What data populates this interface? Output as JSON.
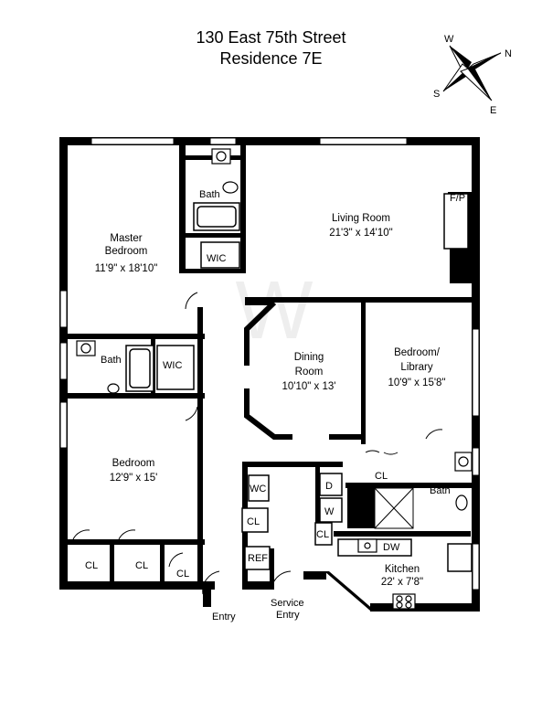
{
  "header": {
    "address": "130 East 75th Street",
    "unit": "Residence 7E"
  },
  "compass": {
    "w": "W",
    "n": "N",
    "s": "S",
    "e": "E"
  },
  "watermark": "W",
  "rooms": {
    "master_bedroom": {
      "name_line1": "Master",
      "name_line2": "Bedroom",
      "dims": "11'9\" x 18'10\""
    },
    "living_room": {
      "name": "Living Room",
      "dims": "21'3\" x 14'10\""
    },
    "dining_room": {
      "name_line1": "Dining",
      "name_line2": "Room",
      "dims": "10'10\" x 13'"
    },
    "bedroom_library": {
      "name_line1": "Bedroom/",
      "name_line2": "Library",
      "dims": "10'9\" x 15'8\""
    },
    "bedroom": {
      "name": "Bedroom",
      "dims": "12'9\" x 15'"
    },
    "kitchen": {
      "name": "Kitchen",
      "dims": "22' x 7'8\""
    }
  },
  "fixtures": {
    "bath": "Bath",
    "wic": "WIC",
    "fp": "F/P",
    "cl": "CL",
    "wc": "WC",
    "d": "D",
    "w": "W",
    "ref": "REF",
    "dw": "DW"
  },
  "entries": {
    "entry": "Entry",
    "service_line1": "Service",
    "service_line2": "Entry"
  }
}
